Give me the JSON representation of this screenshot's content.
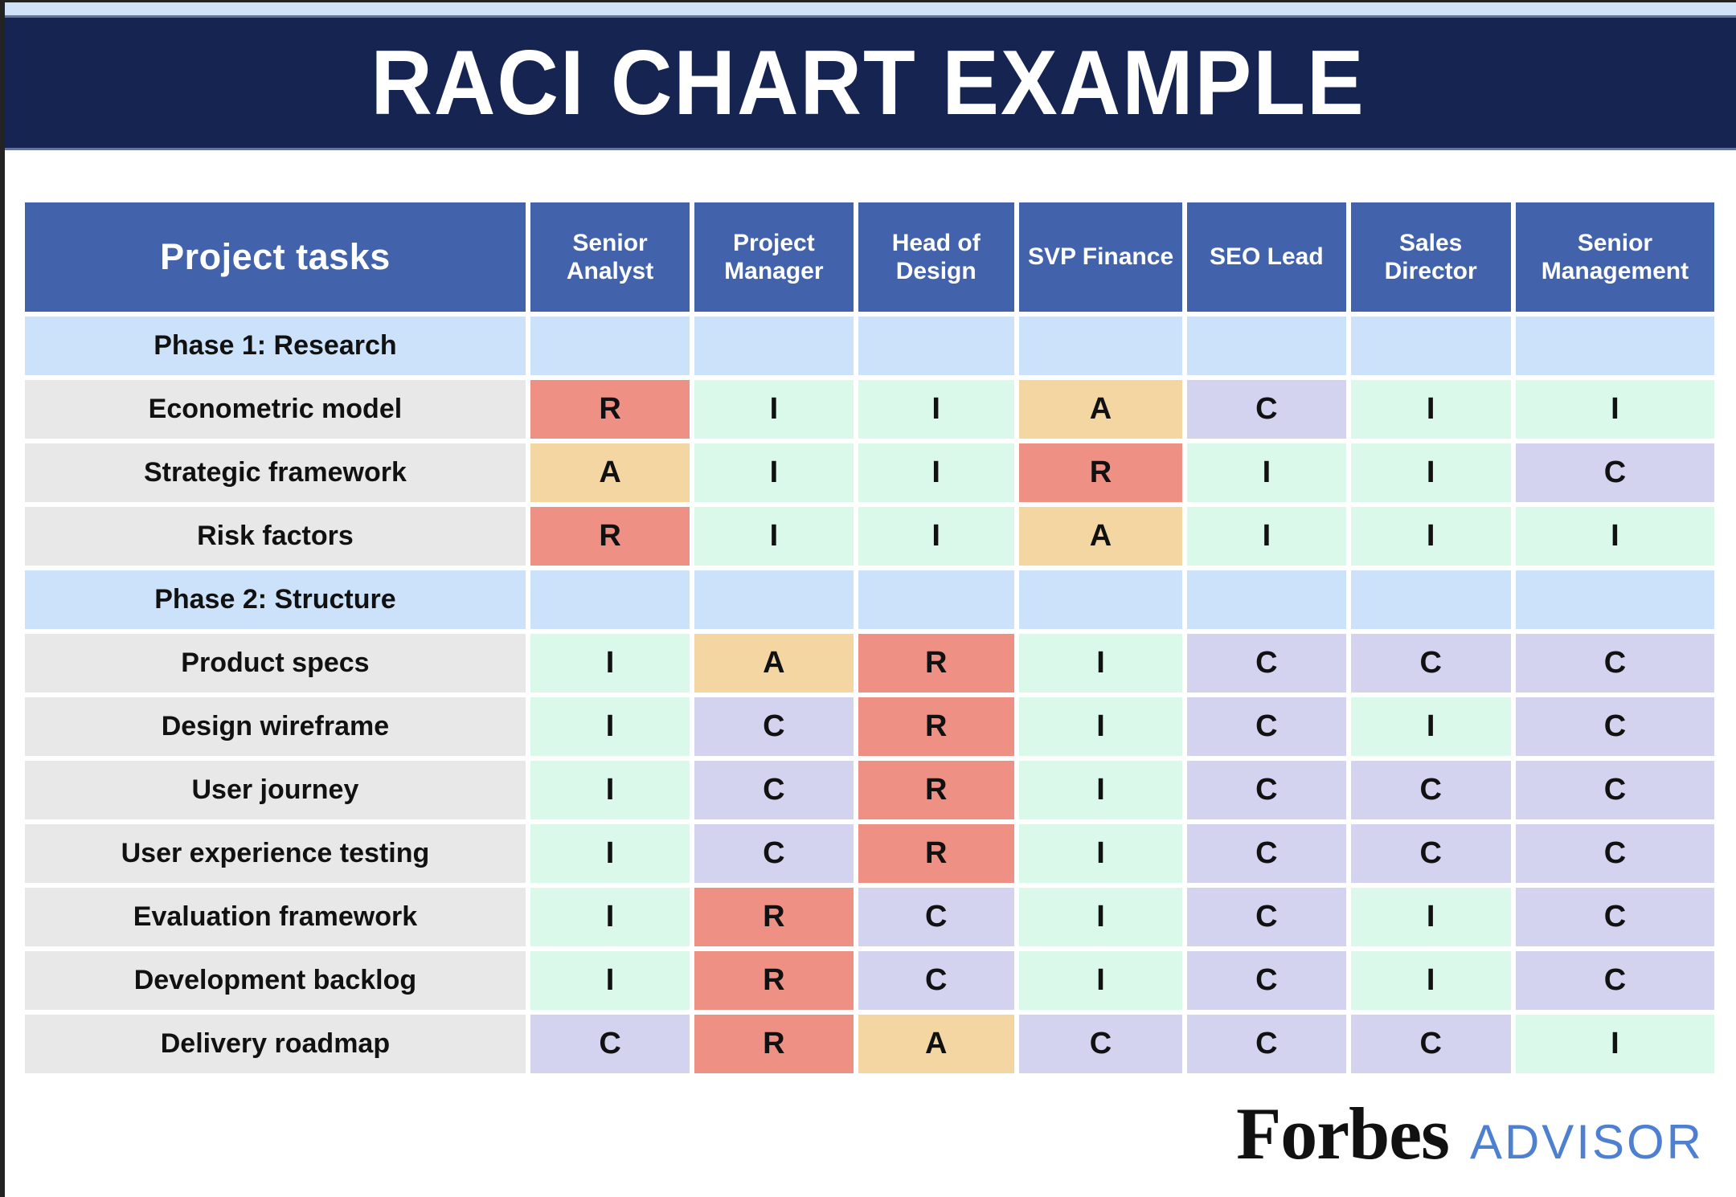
{
  "banner": {
    "title": "RACI CHART EXAMPLE"
  },
  "chart_data": {
    "type": "table",
    "title": "RACI CHART EXAMPLE",
    "header": {
      "task_col": "Project tasks",
      "roles": [
        "Senior Analyst",
        "Project Manager",
        "Head of Design",
        "SVP Finance",
        "SEO Lead",
        "Sales Director",
        "Senior Management"
      ]
    },
    "rows": [
      {
        "type": "phase",
        "label": "Phase 1: Research"
      },
      {
        "type": "task",
        "label": "Econometric model",
        "cells": [
          "R",
          "I",
          "I",
          "A",
          "C",
          "I",
          "I"
        ]
      },
      {
        "type": "task",
        "label": "Strategic framework",
        "cells": [
          "A",
          "I",
          "I",
          "R",
          "I",
          "I",
          "C"
        ]
      },
      {
        "type": "task",
        "label": "Risk factors",
        "cells": [
          "R",
          "I",
          "I",
          "A",
          "I",
          "I",
          "I"
        ]
      },
      {
        "type": "phase",
        "label": "Phase 2: Structure"
      },
      {
        "type": "task",
        "label": "Product specs",
        "cells": [
          "I",
          "A",
          "R",
          "I",
          "C",
          "C",
          "C"
        ]
      },
      {
        "type": "task",
        "label": "Design wireframe",
        "cells": [
          "I",
          "C",
          "R",
          "I",
          "C",
          "I",
          "C"
        ]
      },
      {
        "type": "task",
        "label": "User journey",
        "cells": [
          "I",
          "C",
          "R",
          "I",
          "C",
          "C",
          "C"
        ]
      },
      {
        "type": "task",
        "label": "User experience testing",
        "cells": [
          "I",
          "C",
          "R",
          "I",
          "C",
          "C",
          "C"
        ]
      },
      {
        "type": "task",
        "label": "Evaluation framework",
        "cells": [
          "I",
          "R",
          "C",
          "I",
          "C",
          "I",
          "C"
        ]
      },
      {
        "type": "task",
        "label": "Development backlog",
        "cells": [
          "I",
          "R",
          "C",
          "I",
          "C",
          "I",
          "C"
        ]
      },
      {
        "type": "task",
        "label": "Delivery roadmap",
        "cells": [
          "C",
          "R",
          "A",
          "C",
          "C",
          "C",
          "I"
        ]
      }
    ],
    "cell_colors": {
      "R": "#ee9184",
      "A": "#f4d6a3",
      "C": "#d3d2ef",
      "I": "#daf9ea"
    },
    "style_colors": {
      "header_bg": "#4263ac",
      "phase_bg": "#cce1fa",
      "task_bg": "#e8e8e8",
      "banner_bg": "#162452",
      "top_strip": "#cfe2f8"
    }
  },
  "footer": {
    "brand": "Forbes",
    "brand_suffix": "ADVISOR",
    "advisor_color": "#4e80d1"
  }
}
